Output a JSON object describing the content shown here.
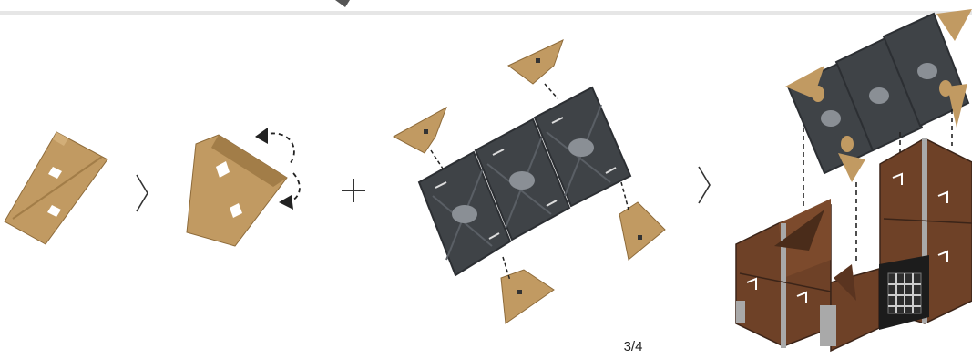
{
  "page_indicator": "3/4",
  "symbols": {
    "next_step_1": "arrow-right-chevron",
    "flip": "dashed-curved-arrows",
    "combine": "plus-sign",
    "next_step_2": "arrow-right-chevron"
  },
  "colors": {
    "cardboard": "#c19a62",
    "cardboard_dark": "#a27d48",
    "panel": "#3f4347",
    "panel_dark": "#2c2f33",
    "panel_light": "#5a5f65",
    "house_wood": "#6e4127",
    "house_dark": "#3b2418",
    "house_stone": "#a9a9a9",
    "rule": "#e6e6e6"
  }
}
